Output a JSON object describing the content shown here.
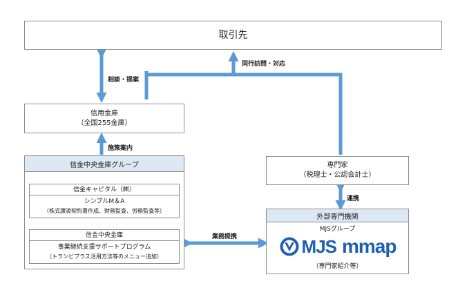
{
  "client": {
    "label": "取引先"
  },
  "bank": {
    "line1": "信用金庫",
    "line2": "（全国255金庫）"
  },
  "group": {
    "title": "信金中央金庫グループ",
    "capital": {
      "title": "信金キャピタル（㈱）",
      "service": "シンプルM＆A",
      "detail": "（株式譲渡契約書作成、財務監査、労務監査等）"
    },
    "central": {
      "title": "信金中央金庫",
      "service": "事業継続支援サポートプログラム",
      "detail": "（トランビプラス活用方法等のメニュー追加）"
    }
  },
  "expert": {
    "line1": "専門家",
    "line2": "（税理士・公認会計士）"
  },
  "external": {
    "title": "外部専門機関",
    "group_name": "MJSグループ",
    "logo_mjs": "MJS",
    "logo_mmap": "mmap",
    "footer": "（専門家紹介等）"
  },
  "arrows": {
    "consult": "相談・提案",
    "accompany": "同行訪問・対応",
    "policy": "施策案内",
    "cooperation": "連携",
    "partnership": "業務提携"
  },
  "colors": {
    "arrow": "#5b9bd5",
    "header_fill": "#dde8f5",
    "border": "#8c8c8c",
    "logo_blue": "#1e5fb0"
  }
}
